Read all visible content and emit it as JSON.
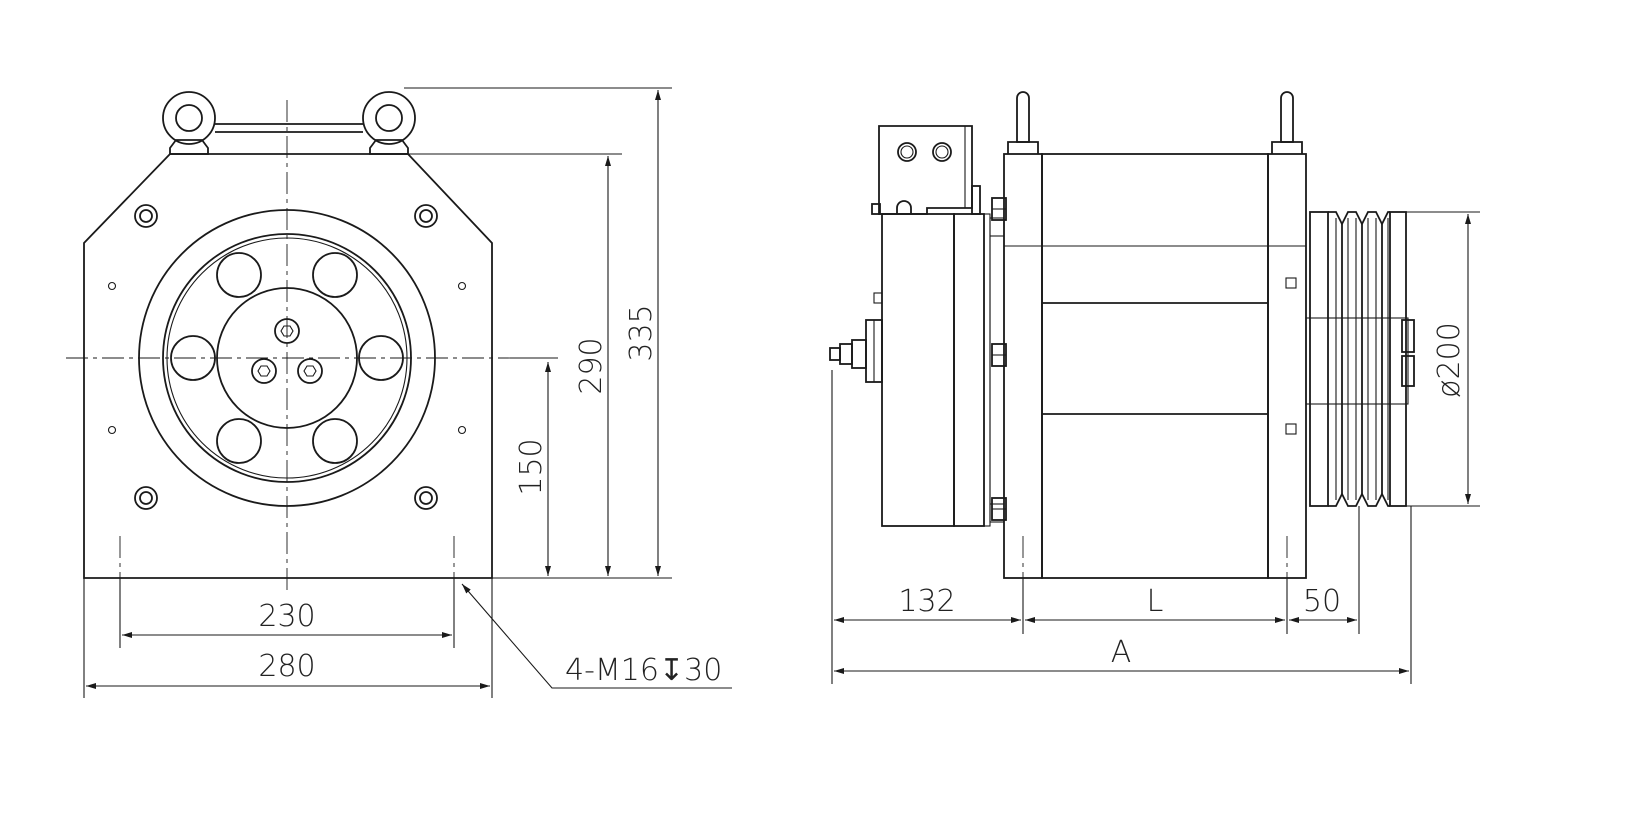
{
  "front_view": {
    "dim_width_overall": "280",
    "dim_hole_spacing": "230",
    "dim_center_height": "150",
    "dim_body_height": "290",
    "dim_total_height": "335",
    "hole_callout": "4-M16↧30"
  },
  "side_view": {
    "dim_brake_offset": "132",
    "dim_length": "L",
    "dim_sheave_offset": "50",
    "dim_overall": "A",
    "dim_sheave_diameter": "ø200"
  }
}
